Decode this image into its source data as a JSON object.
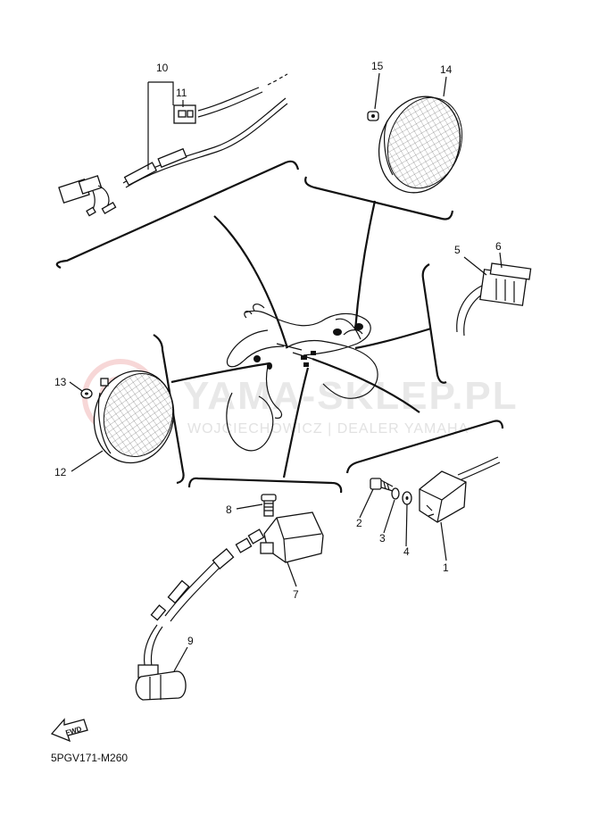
{
  "diagram_code": "5PGV171-M260",
  "fwd_label": "FWD",
  "watermark": {
    "brand": "YAMA-SKLEP.PL",
    "dealer": "WOJCIECHOWICZ | DEALER YAMAHA"
  },
  "callouts": [
    "1",
    "2",
    "3",
    "4",
    "5",
    "6",
    "7",
    "8",
    "9",
    "10",
    "11",
    "12",
    "13",
    "14",
    "15"
  ],
  "colors": {
    "line": "#111111",
    "watermark_logo": "#f2b8b8",
    "watermark_text": "#e5e5e5"
  }
}
